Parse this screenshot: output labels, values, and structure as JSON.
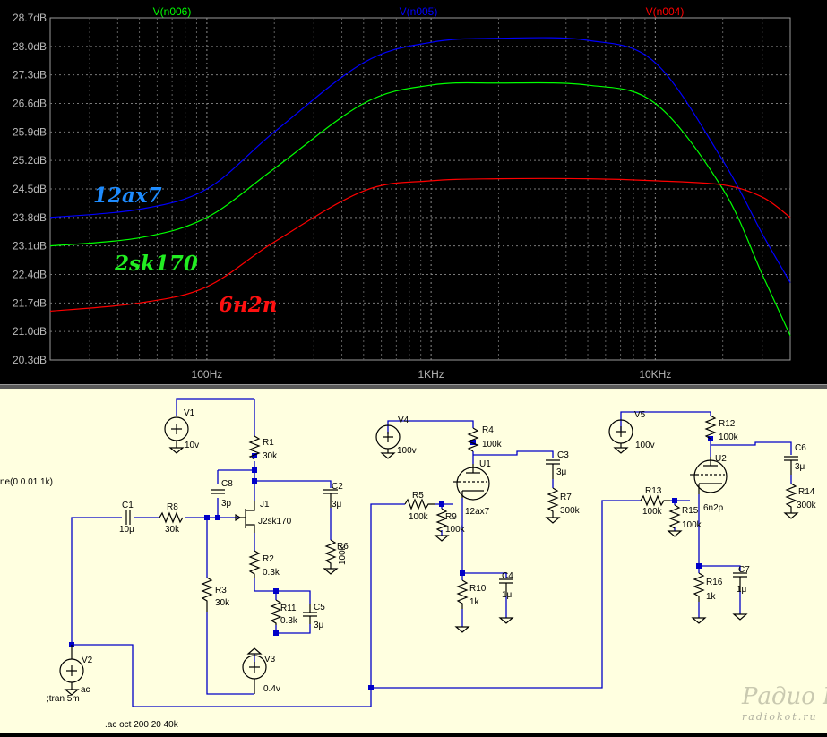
{
  "plot": {
    "traces": [
      {
        "label": "V(n006)",
        "color": "#00ff00"
      },
      {
        "label": "V(n005)",
        "color": "#0000ff"
      },
      {
        "label": "V(n004)",
        "color": "#ff0000"
      }
    ],
    "y_ticks": [
      "28.7dB",
      "28.0dB",
      "27.3dB",
      "26.6dB",
      "25.9dB",
      "25.2dB",
      "24.5dB",
      "23.8dB",
      "23.1dB",
      "22.4dB",
      "21.7dB",
      "21.0dB",
      "20.3dB"
    ],
    "x_ticks": [
      "100Hz",
      "1KHz",
      "10KHz"
    ],
    "annotations": [
      {
        "text": "12ax7",
        "color": "#1e8cff"
      },
      {
        "text": "2sk170",
        "color": "#22ee22"
      },
      {
        "text": "6н2п",
        "color": "#ff1010"
      }
    ]
  },
  "chart_data": {
    "type": "line",
    "x_scale": "log",
    "xlim": [
      20,
      40000
    ],
    "ylim": [
      20.3,
      28.7
    ],
    "xlabel": "",
    "ylabel": "",
    "grid": true,
    "x": [
      20,
      50,
      100,
      200,
      500,
      1000,
      2000,
      5000,
      10000,
      20000,
      30000,
      40000
    ],
    "series": [
      {
        "name": "V(n006)",
        "color": "#00ff00",
        "values": [
          23.1,
          23.3,
          23.8,
          25.0,
          26.6,
          27.05,
          27.1,
          27.05,
          26.6,
          24.5,
          22.4,
          20.9
        ]
      },
      {
        "name": "V(n005)",
        "color": "#0000ff",
        "values": [
          23.8,
          24.0,
          24.5,
          25.9,
          27.6,
          28.1,
          28.2,
          28.15,
          27.6,
          25.2,
          23.4,
          22.2
        ]
      },
      {
        "name": "V(n004)",
        "color": "#ff0000",
        "values": [
          21.5,
          21.7,
          22.1,
          23.2,
          24.45,
          24.7,
          24.75,
          24.75,
          24.7,
          24.6,
          24.3,
          23.8
        ]
      }
    ]
  },
  "schematic": {
    "left_directive": "ne(0 0.01 1k)",
    "ac_directive": ".ac oct 200 20 40k",
    "components": {
      "V1": {
        "name": "V1",
        "value": "10v"
      },
      "R1": {
        "name": "R1",
        "value": "30k"
      },
      "C8": {
        "name": "C8",
        "value": "3p"
      },
      "J1": {
        "name": "J1",
        "value": "J2sk170"
      },
      "C2": {
        "name": "C2",
        "value": "3μ"
      },
      "R6": {
        "name": "R6",
        "value": "100k"
      },
      "C1": {
        "name": "C1",
        "value": "10μ"
      },
      "R8": {
        "name": "R8",
        "value": "30k"
      },
      "R2": {
        "name": "R2",
        "value": "0.3k"
      },
      "R3": {
        "name": "R3",
        "value": "30k"
      },
      "R11": {
        "name": "R11",
        "value": "0.3k"
      },
      "C5": {
        "name": "C5",
        "value": "3μ"
      },
      "V2": {
        "name": "V2",
        "value": "ac",
        "extra": ";tran 5m"
      },
      "V3": {
        "name": "V3",
        "value": "0.4v"
      },
      "V4": {
        "name": "V4",
        "value": "100v"
      },
      "R4": {
        "name": "R4",
        "value": "100k"
      },
      "U1": {
        "name": "U1",
        "value": "12ax7"
      },
      "C3": {
        "name": "C3",
        "value": "3μ"
      },
      "R7": {
        "name": "R7",
        "value": "300k"
      },
      "R5": {
        "name": "R5",
        "value": "100k"
      },
      "R9": {
        "name": "R9",
        "value": "100k"
      },
      "R10": {
        "name": "R10",
        "value": "1k"
      },
      "C4": {
        "name": "C4",
        "value": "1μ"
      },
      "V5": {
        "name": "V5",
        "value": "100v"
      },
      "R12": {
        "name": "R12",
        "value": "100k"
      },
      "U2": {
        "name": "U2",
        "value": "6n2p"
      },
      "C6": {
        "name": "C6",
        "value": "3μ"
      },
      "R14": {
        "name": "R14",
        "value": "300k"
      },
      "R13": {
        "name": "R13",
        "value": "100k"
      },
      "R15": {
        "name": "R15",
        "value": "100k"
      },
      "R16": {
        "name": "R16",
        "value": "1k"
      },
      "C7": {
        "name": "C7",
        "value": "1μ"
      }
    },
    "watermark": {
      "logo": "Радио КОТ",
      "site": "radiokot.ru"
    }
  }
}
